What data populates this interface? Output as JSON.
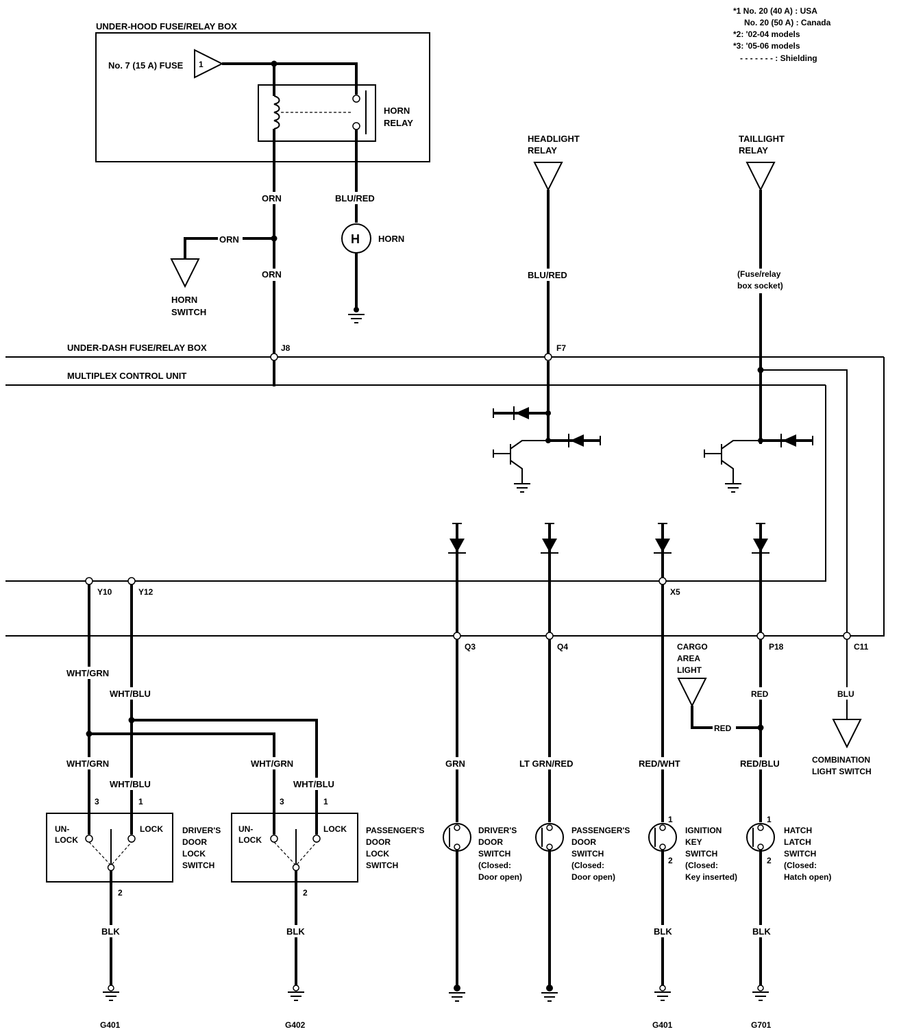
{
  "notes": {
    "n1a": "*1 No. 20 (40 A) : USA",
    "n1b": "No. 20 (50 A) : Canada",
    "n2": "*2: '02-04 models",
    "n3": "*3: '05-06 models",
    "shield": "- - - - - - - : Shielding"
  },
  "underhood": {
    "title": "UNDER-HOOD FUSE/RELAY BOX",
    "fuse": "No. 7 (15 A) FUSE",
    "fuse_pin": "1",
    "relay1": "HORN",
    "relay2": "RELAY"
  },
  "horn": {
    "wire_orn1": "ORN",
    "wire_orn2": "ORN",
    "wire_orn3": "ORN",
    "wire_blured": "BLU/RED",
    "horn_symbol": "H",
    "horn_label": "HORN",
    "switch1": "HORN",
    "switch2": "SWITCH"
  },
  "relays": {
    "headlight1": "HEADLIGHT",
    "headlight2": "RELAY",
    "headlight_wire": "BLU/RED",
    "taillight1": "TAILLIGHT",
    "taillight2": "RELAY",
    "socket1": "(Fuse/relay",
    "socket2": "box socket)"
  },
  "boxes": {
    "underdash": "UNDER-DASH FUSE/RELAY BOX",
    "multiplex": "MULTIPLEX CONTROL UNIT"
  },
  "terminals": {
    "j8": "J8",
    "f7": "F7",
    "y10": "Y10",
    "y12": "Y12",
    "x5": "X5",
    "q3": "Q3",
    "q4": "Q4",
    "p18": "P18",
    "c11": "C11"
  },
  "wires": {
    "whtgrn": "WHT/GRN",
    "whtblu": "WHT/BLU",
    "grn": "GRN",
    "ltgrnred": "LT GRN/RED",
    "redwht": "RED/WHT",
    "red": "RED",
    "redblu": "RED/BLU",
    "blu": "BLU",
    "blk": "BLK"
  },
  "cargo": {
    "l1": "CARGO",
    "l2": "AREA",
    "l3": "LIGHT"
  },
  "combo": {
    "l1": "COMBINATION",
    "l2": "LIGHT SWITCH"
  },
  "door_lock": {
    "unlock1": "UN-",
    "unlock2": "LOCK",
    "lock": "LOCK",
    "pin3": "3",
    "pin1": "1",
    "pin2": "2",
    "driver": [
      "DRIVER'S",
      "DOOR",
      "LOCK",
      "SWITCH"
    ],
    "passenger": [
      "PASSENGER'S",
      "DOOR",
      "LOCK",
      "SWITCH"
    ]
  },
  "switches": {
    "driver_door": [
      "DRIVER'S",
      "DOOR",
      "SWITCH",
      "(Closed:",
      "Door open)"
    ],
    "passenger_door": [
      "PASSENGER'S",
      "DOOR",
      "SWITCH",
      "(Closed:",
      "Door open)"
    ],
    "ignition_key": [
      "IGNITION",
      "KEY",
      "SWITCH",
      "(Closed:",
      "Key inserted)"
    ],
    "hatch_latch": [
      "HATCH",
      "LATCH",
      "SWITCH",
      "(Closed:",
      "Hatch open)"
    ],
    "pin1": "1",
    "pin2": "2"
  },
  "grounds": {
    "g401": "G401",
    "g402": "G402",
    "g701": "G701"
  }
}
